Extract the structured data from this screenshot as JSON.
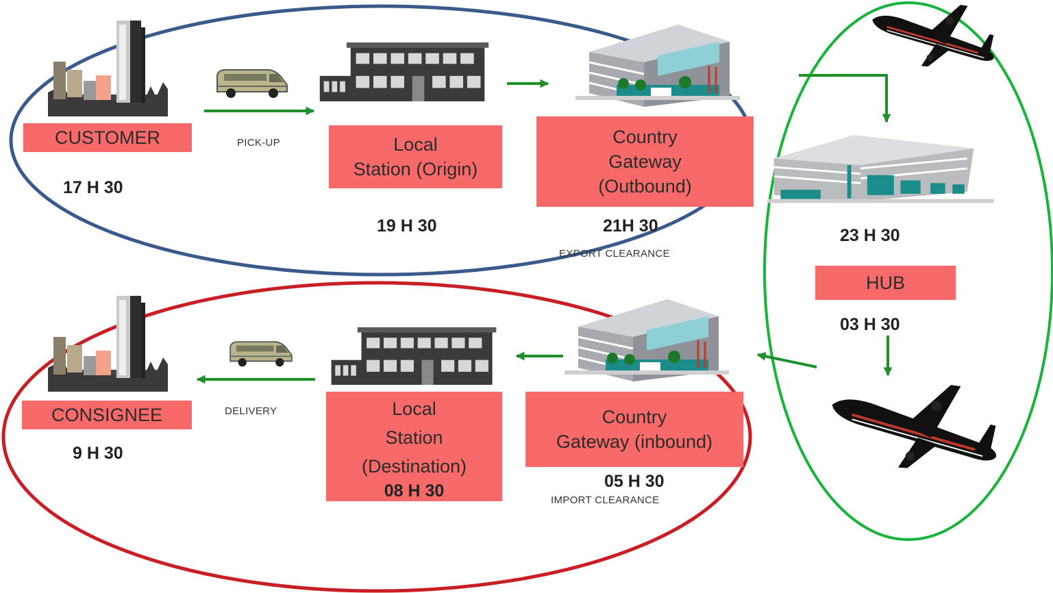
{
  "nodes": {
    "customer": {
      "label": "CUSTOMER",
      "time": "17 H 30"
    },
    "local_origin": {
      "label_lines": [
        "Local",
        "Station (Origin)"
      ],
      "time": "19 H 30"
    },
    "gateway_out": {
      "label_lines": [
        "Country",
        "Gateway",
        "(Outbound)"
      ],
      "time": "21H 30",
      "note": "EXPORT CLEARANCE"
    },
    "hub": {
      "label": "HUB",
      "time_in": "23 H 30",
      "time_out": "03 H 30"
    },
    "gateway_in": {
      "label_lines": [
        "Country",
        "Gateway (inbound)"
      ],
      "time": "05 H 30",
      "note": "IMPORT CLEARANCE"
    },
    "local_dest": {
      "label_lines": [
        "Local",
        "Station",
        "(Destination)"
      ],
      "time": "08 H 30"
    },
    "consignee": {
      "label": "CONSIGNEE",
      "time": "9 H 30"
    }
  },
  "edges": {
    "pickup": "PICK-UP",
    "delivery": "DELIVERY"
  },
  "colors": {
    "label_fill": "#f86a6a",
    "arrow": "#1f8f2a",
    "origin_loop": "#3a5a8c",
    "hub_loop": "#17b33a",
    "destination_loop": "#c81e24"
  },
  "icons": [
    "city-icon",
    "van-icon",
    "station-building-icon",
    "gateway-building-icon",
    "hub-building-icon",
    "airplane-icon"
  ]
}
